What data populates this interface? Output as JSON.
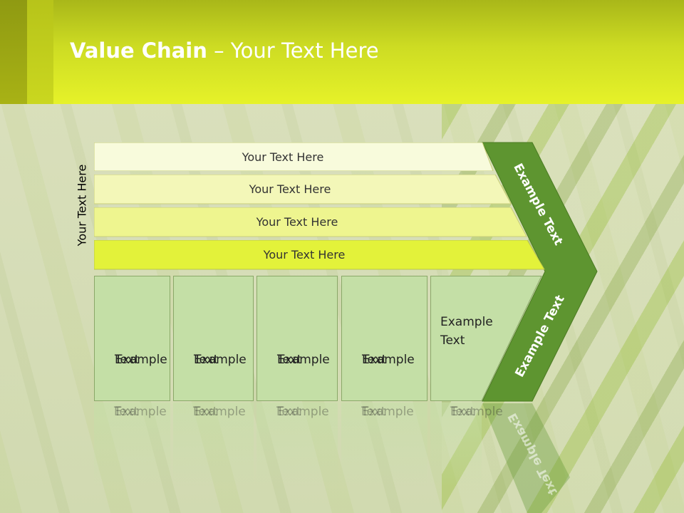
{
  "title": {
    "bold": "Value Chain",
    "rest": " – Your Text Here"
  },
  "side_label": "Your Text Here",
  "bands": [
    {
      "label": "Your Text Here",
      "color": "#f8fbdc"
    },
    {
      "label": "Your Text Here",
      "color": "#f3f7b8"
    },
    {
      "label": "Your Text Here",
      "color": "#eef58f"
    },
    {
      "label": "Your Text Here",
      "color": "#e3f23a"
    }
  ],
  "boxes": [
    {
      "line1": "Example",
      "line2": "Text"
    },
    {
      "line1": "Example",
      "line2": "Text"
    },
    {
      "line1": "Example",
      "line2": "Text"
    },
    {
      "line1": "Example",
      "line2": "Text"
    },
    {
      "line1": "Example",
      "line2": "Text"
    }
  ],
  "chevron": {
    "top_label": "Example Text",
    "bottom_label": "Example Text",
    "color": "#5e9530"
  }
}
